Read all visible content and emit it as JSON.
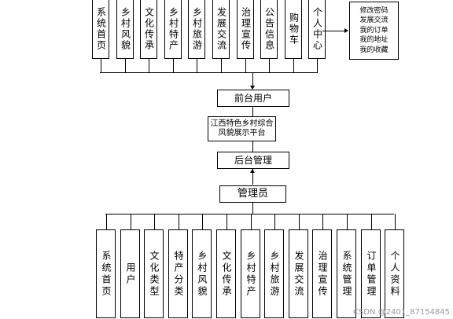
{
  "top_modules": [
    "系统首页",
    "乡村风貌",
    "文化传承",
    "乡村特产",
    "乡村旅游",
    "发展交流",
    "治理宣传",
    "公告信息",
    "购物车",
    "个人中心"
  ],
  "personal_center_items": [
    "修改密码",
    "发展交流",
    "我的订单",
    "我的地址",
    "我的收藏"
  ],
  "front_user": "前台用户",
  "platform": "江西特色乡村综合风貌展示平台",
  "back_admin": "后台管理",
  "admin": "管理员",
  "bottom_modules": [
    "系统首页",
    "用户",
    "文化类型",
    "特产分类",
    "乡村风貌",
    "文化传承",
    "乡村特产",
    "乡村旅游",
    "发展交流",
    "治理宣传",
    "系统管理",
    "订单管理",
    "个人资料"
  ],
  "watermark": "CSDN @2401_87154845"
}
